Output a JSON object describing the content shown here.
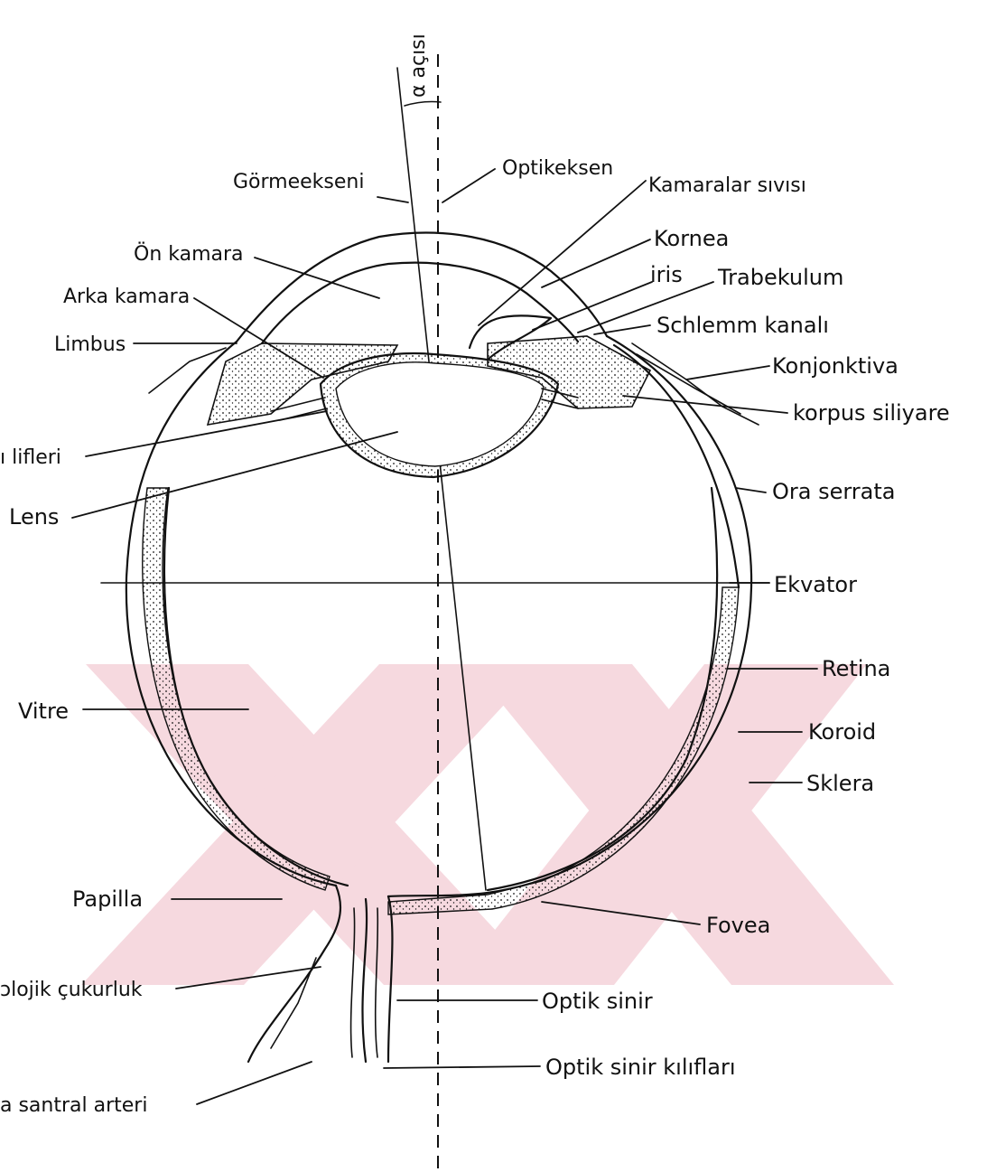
{
  "labels": {
    "alpha_angle": "α açısı",
    "gorme_ekseni": "Görmeekseni",
    "optik_eksen": "Optikeksen",
    "kamaralar_sivisi": "Kamaralar sıvısı",
    "kornea": "Kornea",
    "on_kamara": "Ön kamara",
    "iris": "iris",
    "trabekulum": "Trabekulum",
    "arka_kamara": "Arka kamara",
    "limbus": "Limbus",
    "schlemm_kanali": "Schlemm kanalı",
    "konjonktiva": "Konjonktiva",
    "korpus_siliyare": "korpus siliyare",
    "zonul_lifleri": "ı lifleri",
    "lens": "Lens",
    "ora_serrata": "Ora serrata",
    "ekvator": "Ekvator",
    "retina": "Retina",
    "vitre": "Vitre",
    "koroid": "Koroid",
    "sklera": "Sklera",
    "papilla": "Papilla",
    "fovea": "Fovea",
    "fizyolojik_cukurluk": "ɔlojik çukurluk",
    "optik_sinir": "Optik sinir",
    "optik_sinir_kiliflari": "Optik sinir kılıfları",
    "santral_arter": "a santral arteri"
  },
  "colors": {
    "ink": "#111111",
    "watermark": "#f6d9df"
  }
}
